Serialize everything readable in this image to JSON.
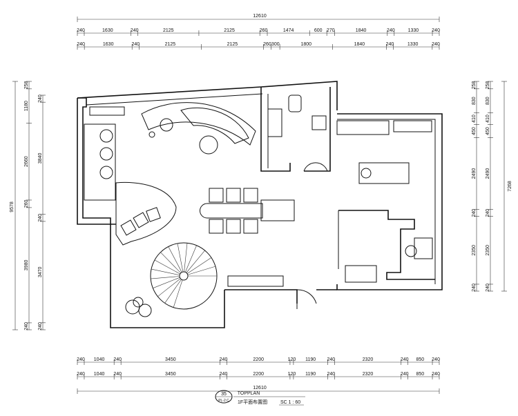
{
  "top_dims": {
    "total": "12610",
    "row1": [
      "240",
      "1630",
      "240",
      "2125",
      "2125",
      "260",
      "1474",
      "600",
      "270",
      "1840",
      "240",
      "1330",
      "240"
    ],
    "row2": [
      "240",
      "1630",
      "240",
      "2125",
      "2125",
      "260",
      "300",
      "1800",
      "1840",
      "240",
      "1330",
      "240"
    ]
  },
  "bottom_dims": {
    "total": "12610",
    "row1": [
      "240",
      "1040",
      "240",
      "3450",
      "240",
      "2200",
      "120",
      "1190",
      "240",
      "2320",
      "240",
      "850",
      "240"
    ],
    "row2": [
      "240",
      "1040",
      "240",
      "3450",
      "240",
      "2200",
      "120",
      "1190",
      "240",
      "2320",
      "240",
      "850",
      "240"
    ]
  },
  "left_dims": {
    "total": "9578",
    "row1": [
      "258",
      "1180",
      "2660",
      "260",
      "3980",
      "240"
    ],
    "row2": [
      "240",
      "3840",
      "240",
      "3470",
      "240"
    ]
  },
  "right_dims": {
    "total": "7268",
    "row1": [
      "258",
      "830",
      "410",
      "450",
      "2490",
      "240",
      "2350",
      "240"
    ],
    "row2": [
      "258",
      "830",
      "410",
      "450",
      "2490",
      "240",
      "2350",
      "240"
    ]
  },
  "title_block": {
    "number": "35",
    "sheet": "PL-2.C",
    "topplan": "TOPPLAN",
    "name": "1F平面布置图",
    "scale": "SC 1 : 60"
  }
}
